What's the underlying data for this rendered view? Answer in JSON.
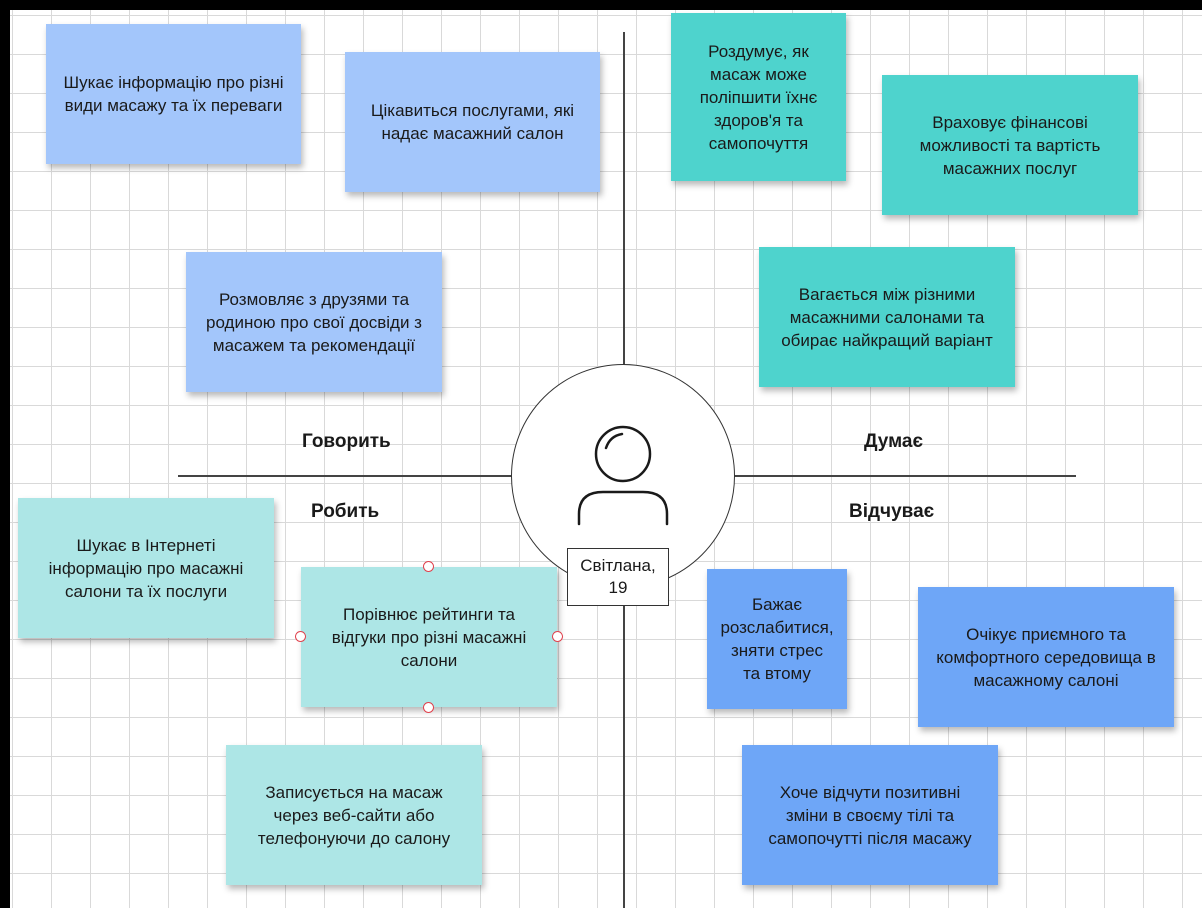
{
  "quadrants": {
    "says": "Говорить",
    "thinks": "Думає",
    "does": "Робить",
    "feels": "Відчуває"
  },
  "persona": {
    "name_line1": "Світлана,",
    "name_line2": "19",
    "icon": "user-icon"
  },
  "notes": {
    "says": [
      "Шукає інформацію про різні види масажу та їх переваги",
      "Цікавиться послугами, які надає масажний салон",
      "Розмовляє з друзями та родиною про свої досвіди з масажем та рекомендації"
    ],
    "thinks": [
      "Роздумує, як масаж може поліпшити їхнє здоров'я та самопочуття",
      "Враховує фінансові можливості та вартість масажних послуг",
      "Вагається між різними масажними салонами та обирає найкращий варіант"
    ],
    "does": [
      "Шукає в Інтернеті інформацію про масажні салони та їх послуги",
      "Порівнює рейтинги та відгуки про різні масажні салони",
      "Записується на масаж через веб-сайти або телефонуючи до салону"
    ],
    "feels": [
      "Бажає розслабитися, зняти стрес та втому",
      "Очікує приємного та комфортного середовища в масажному салоні",
      "Хоче відчути позитивні зміни в своєму тілі та самопочутті після масажу"
    ]
  },
  "colors": {
    "says_notes": "#a3c6fb",
    "thinks_notes": "#4ed3cd",
    "does_notes": "#ade6e6",
    "feels_notes": "#6ea6f7",
    "selection_handle": "#e0414d"
  }
}
